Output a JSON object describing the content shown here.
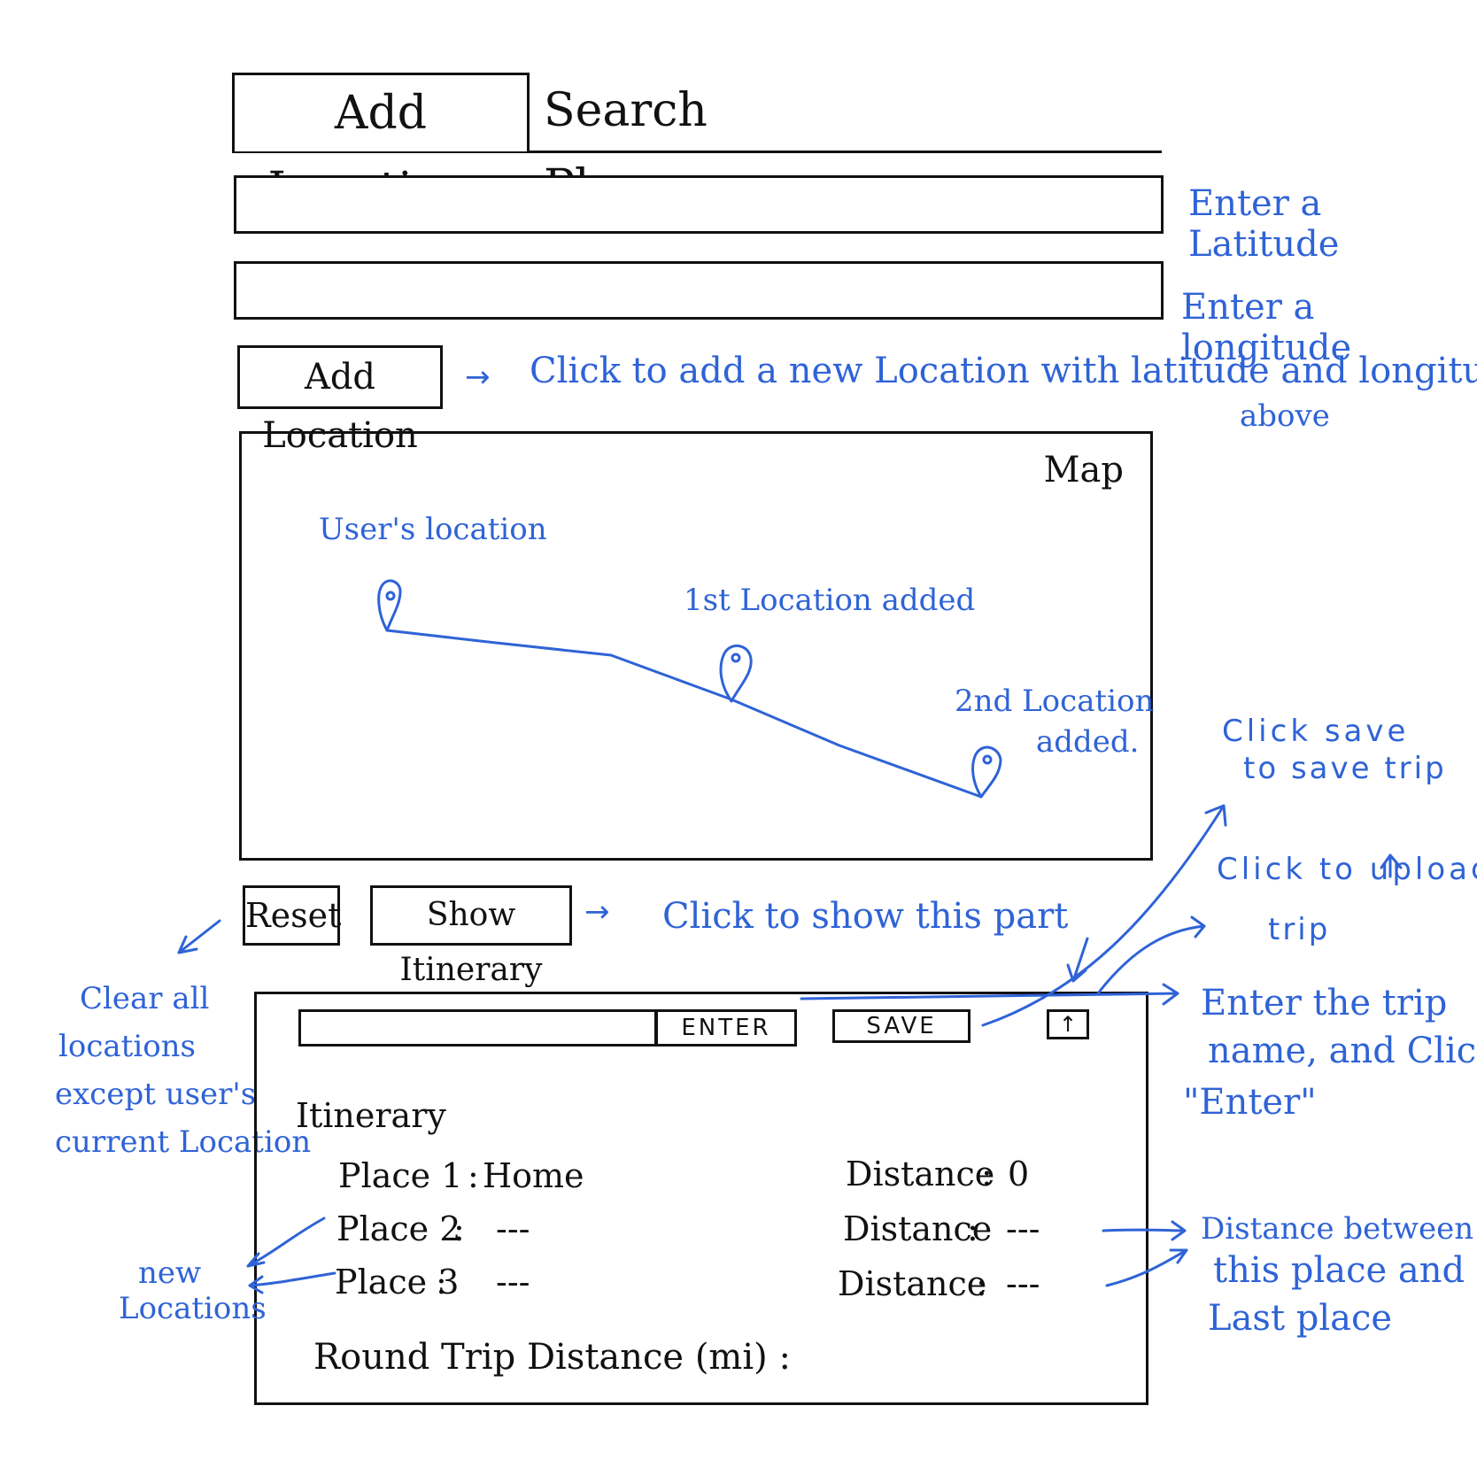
{
  "tabs": {
    "add_locations": "Add Locations",
    "search_places": "Search Places"
  },
  "inputs": {
    "latitude_note": "Enter a Latitude",
    "longitude_note": "Enter a longitude"
  },
  "add_location": {
    "button_label": "Add Location",
    "note_line1": "Click to add a new Location with latitude and longitude",
    "note_line2": "above"
  },
  "map": {
    "label": "Map",
    "user_location_label": "User's location",
    "first_location_label": "1st Location added",
    "second_location_label_line1": "2nd Location",
    "second_location_label_line2": "added."
  },
  "controls": {
    "reset_label": "Reset",
    "show_itinerary_label": "Show Itinerary",
    "show_itinerary_note": "Click to show this part",
    "reset_note_line1": "Clear all",
    "reset_note_line2": "locations",
    "reset_note_line3": "except user's",
    "reset_note_line4": "current Location"
  },
  "itinerary_panel": {
    "enter_label": "ENTER",
    "save_label": "SAVE",
    "upload_icon_label": "↑",
    "title": "Itinerary",
    "places": [
      {
        "place": "Place 1",
        "value": "Home",
        "distance_label": "Distance",
        "distance": "0"
      },
      {
        "place": "Place 2",
        "value": "---",
        "distance_label": "Distance",
        "distance": "---"
      },
      {
        "place": "Place 3",
        "value": "---",
        "distance_label": "Distance",
        "distance": "---"
      }
    ],
    "round_trip_label": "Round Trip Distance (mi) :"
  },
  "notes": {
    "save_note_line1": "Click save",
    "save_note_line2": "to save trip",
    "upload_note_line1": "Click to upload",
    "upload_note_line2": "trip",
    "enter_note_line1": "Enter the trip",
    "enter_note_line2": "name, and Click",
    "enter_note_line3": "\"Enter\"",
    "new_locations_line1": "new",
    "new_locations_line2": "Locations",
    "distance_note_line1": "Distance between",
    "distance_note_line2": "this place and",
    "distance_note_line3": "Last place"
  },
  "colors": {
    "ink": "#111111",
    "annotation_blue": "#2f63d6"
  }
}
